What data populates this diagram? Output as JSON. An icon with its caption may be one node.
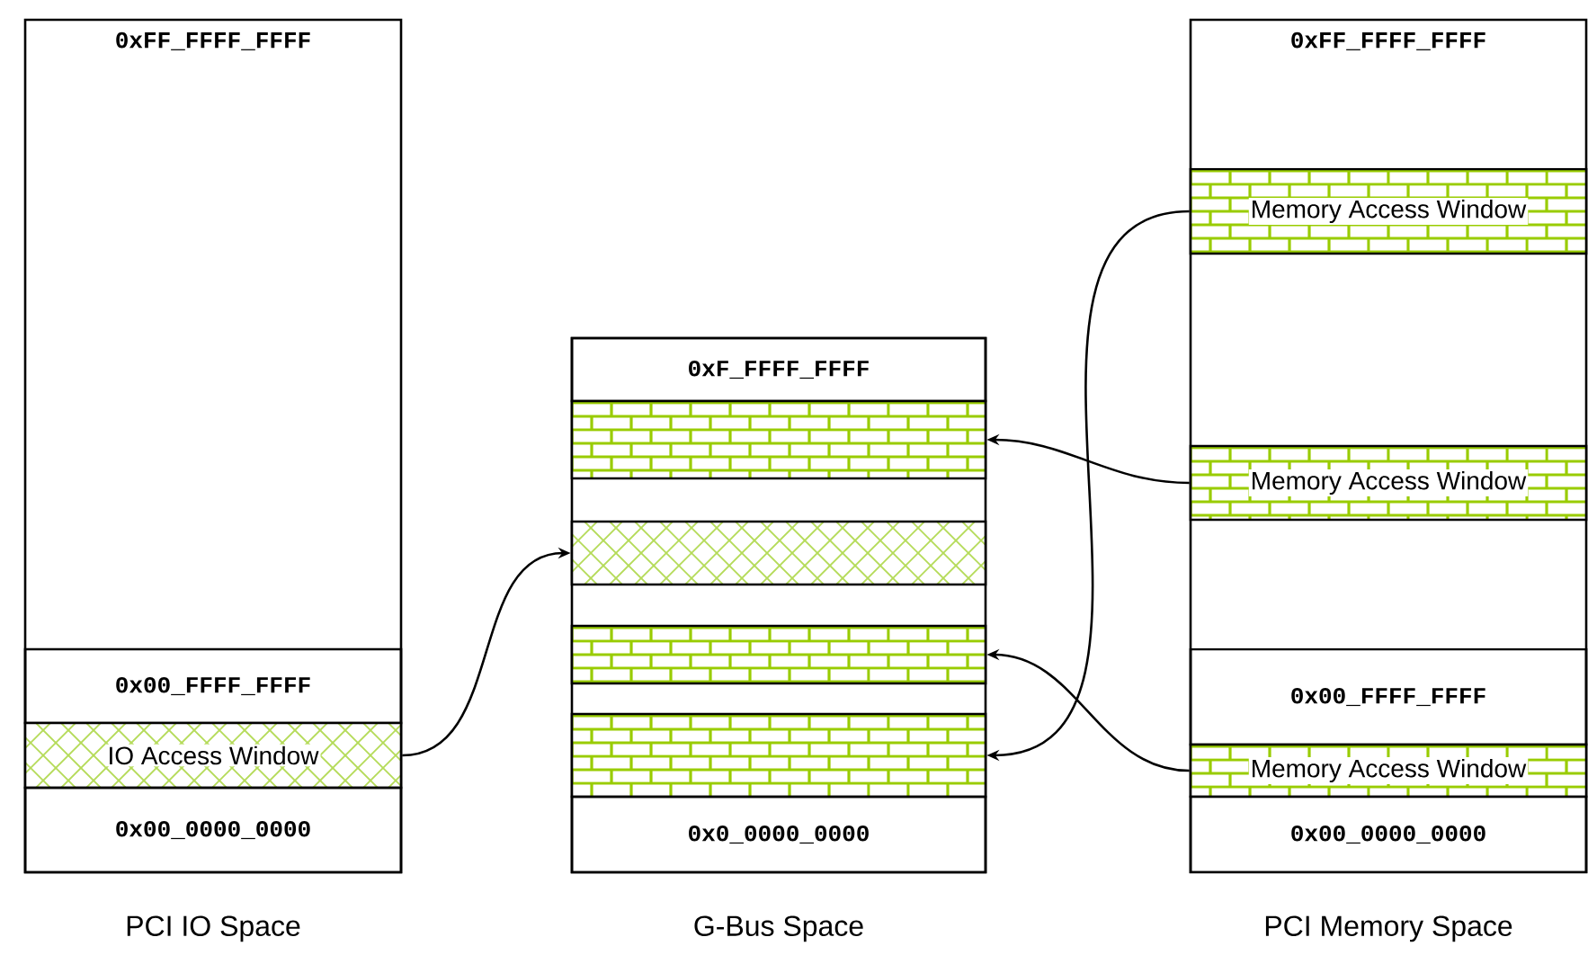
{
  "diagram": {
    "nodes": [
      {
        "text": [
          "0xFF_FFFF_FFFF",
          "PCI IO Space"
        ]
      },
      {
        "text": [
          "0x00_FFFF_FFFF"
        ],
        "in": 0
      },
      {
        "text": [
          "IO Access Window"
        ],
        "in": 0
      },
      {
        "text": [
          "0x00_0000_0000"
        ],
        "in": 0
      },
      {
        "text": [
          "G-Bus Space"
        ]
      },
      {
        "text": [
          "0xF_FFFF_FFFF"
        ],
        "in": 4
      },
      {
        "text": [],
        "shape": "bar",
        "in": 4
      },
      {
        "text": [],
        "shape": "bar",
        "in": 4
      },
      {
        "text": [],
        "shape": "bar",
        "in": 4
      },
      {
        "text": [],
        "shape": "bar",
        "in": 4
      },
      {
        "text": [
          "0x0_0000_0000"
        ],
        "in": 4
      },
      {
        "text": [
          "0xFF_FFFF_FFFF",
          "PCI Memory Space"
        ]
      },
      {
        "text": [
          "Memory Access Window"
        ],
        "in": 11
      },
      {
        "text": [
          "Memory Access Window"
        ],
        "in": 11
      },
      {
        "text": [
          "0x00_FFFF_FFFF"
        ],
        "in": 11
      },
      {
        "text": [
          "Memory Access Window"
        ],
        "in": 11
      },
      {
        "text": [
          "0x00_0000_0000"
        ],
        "in": 11
      }
    ],
    "edges": [
      {
        "from": 2,
        "to": 7,
        "arrow": "to"
      },
      {
        "from": 12,
        "to": 9,
        "arrow": "to"
      },
      {
        "from": 13,
        "to": 6,
        "arrow": "to"
      },
      {
        "from": 15,
        "to": 8,
        "arrow": "to"
      }
    ]
  }
}
